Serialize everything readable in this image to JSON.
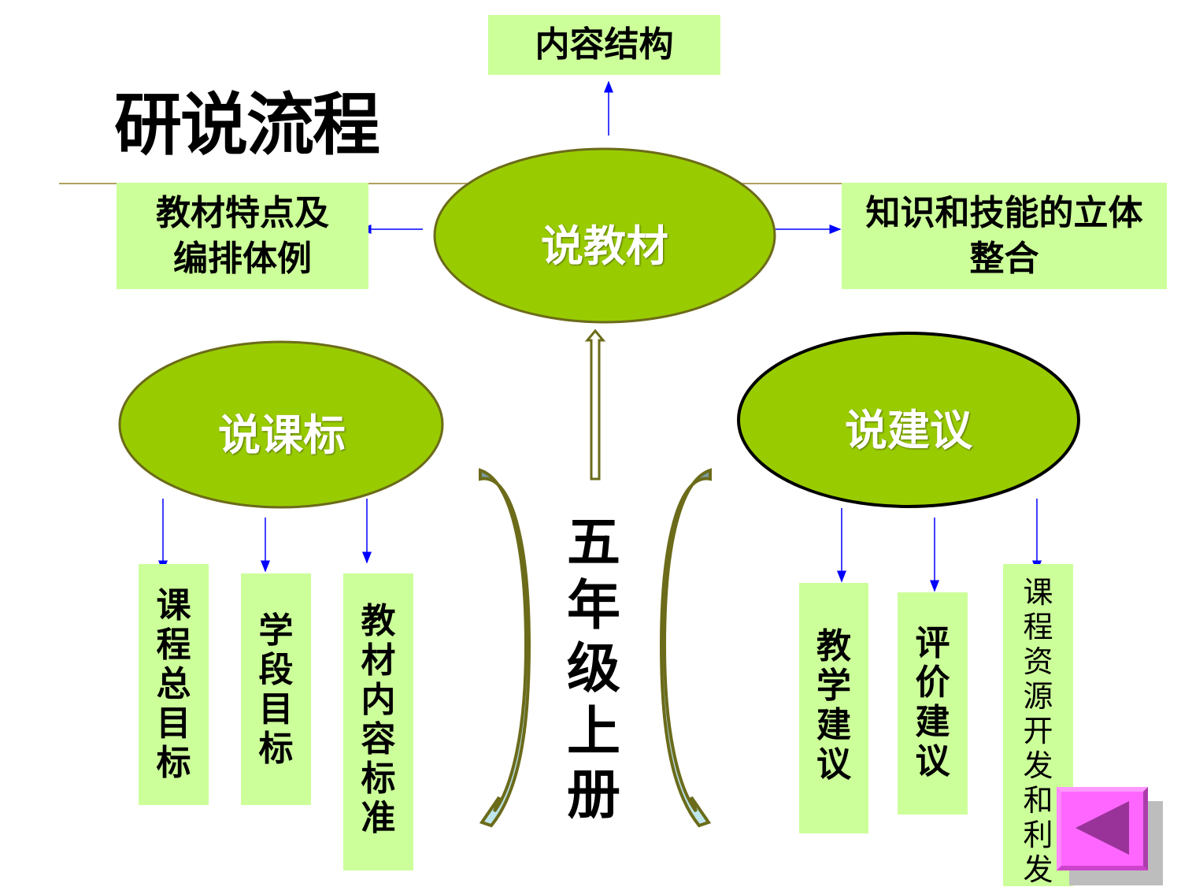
{
  "title": "研说流程",
  "center": {
    "oval": "说教材",
    "top_box": "内容结构",
    "left_box": "教材特点及编排体例",
    "right_box": "知识和技能的立体整合",
    "grade_label": "五年级上册"
  },
  "left_group": {
    "oval": "说课标",
    "boxes": [
      "课程总目标",
      "学段目标",
      "教材内容标准"
    ]
  },
  "right_group": {
    "oval": "说建议",
    "boxes": [
      "教学建议",
      "评价建议",
      "课程资源开发和利发"
    ]
  },
  "nav": {
    "back_button_icon": "triangle-left-icon"
  },
  "colors": {
    "box_fill": "#ccff99",
    "oval_fill": "#99cc00",
    "oval_stroke": "#6b6b1a",
    "arrow": "#0000ff",
    "nav_button": "#ff66ff"
  }
}
